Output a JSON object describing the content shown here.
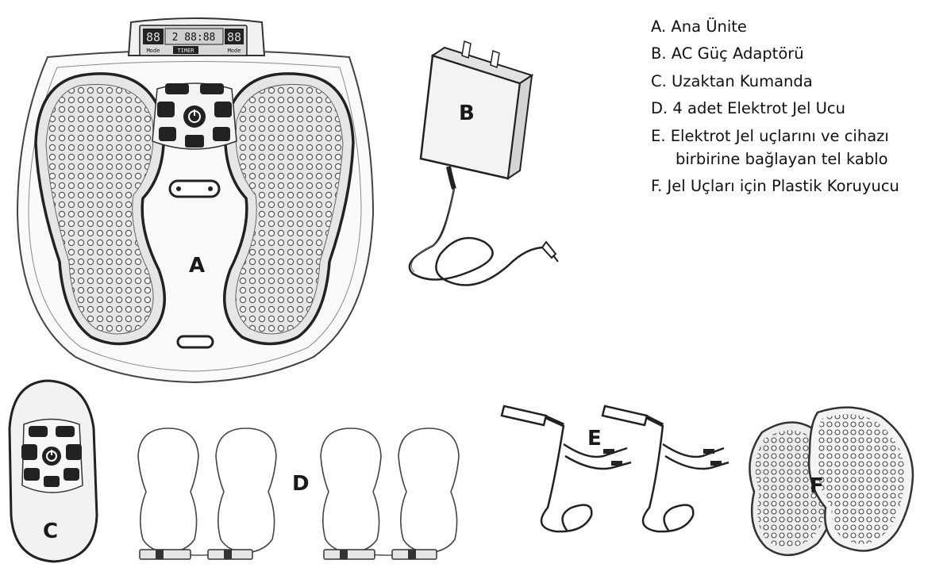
{
  "display": {
    "left_digits": "88",
    "center_time": "2 88:88",
    "right_digits": "88",
    "left_caption": "Mode",
    "center_caption": "TIMER",
    "right_caption": "Mode"
  },
  "parts": {
    "a": "A",
    "b": "B",
    "c": "C",
    "d": "D",
    "e": "E",
    "f": "F"
  },
  "legend": [
    {
      "text": "A. Ana Ünite"
    },
    {
      "text": "B. AC Güç Adaptörü"
    },
    {
      "text": "C. Uzaktan Kumanda"
    },
    {
      "text": "D. 4 adet Elektrot Jel Ucu"
    },
    {
      "text": "E. Elektrot Jel uçlarını ve cihazı",
      "continuation": "birbirine bağlayan tel kablo"
    },
    {
      "text": "F. Jel Uçları için Plastik Koruyucu"
    }
  ]
}
